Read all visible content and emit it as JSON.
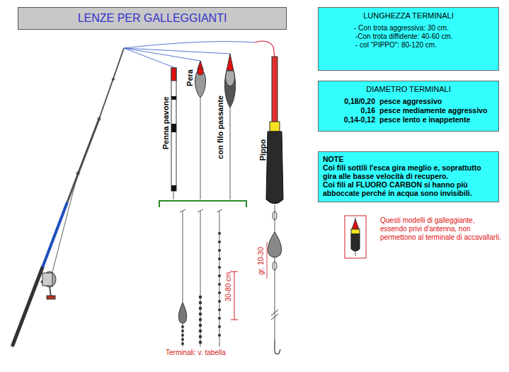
{
  "diagram": {
    "title": "LENZE PER GALLEGGIANTI",
    "nodes": [
      {
        "text": [
          "LUNGHEZZA TERMINALI",
          "- Con trota aggressiva: 30 cm.",
          "-Con trota diffidente: 40-60 cm.",
          "- col \"PIPPO\": 80-120 cm."
        ]
      },
      {
        "text": [
          "DIAMETRO TERMINALI",
          "0,18/0,20",
          "pesce aggressivo",
          "0,16",
          "pesce mediamente aggressivo",
          "0,14-0,12",
          "pesce lento e inappetente"
        ]
      },
      {
        "text": [
          "NOTE",
          "Coi fili sottili l'esca gira meglio e, soprattutto gira alle basse velocità di recupero.",
          "Coi fili al FLUORO CARBON si hanno più abboccate perché in acqua sono invisibili."
        ]
      }
    ],
    "edges": [],
    "labels": [
      "Penna pavone",
      "Pera",
      "con filo passante",
      "Pippo",
      "30-80 cm.",
      "gr. 10-30",
      "Terminali: v. tabella",
      "Questi modelli di galleggiante, essendo privi d'antenna, non permettono al terminale di accavallarli."
    ]
  }
}
